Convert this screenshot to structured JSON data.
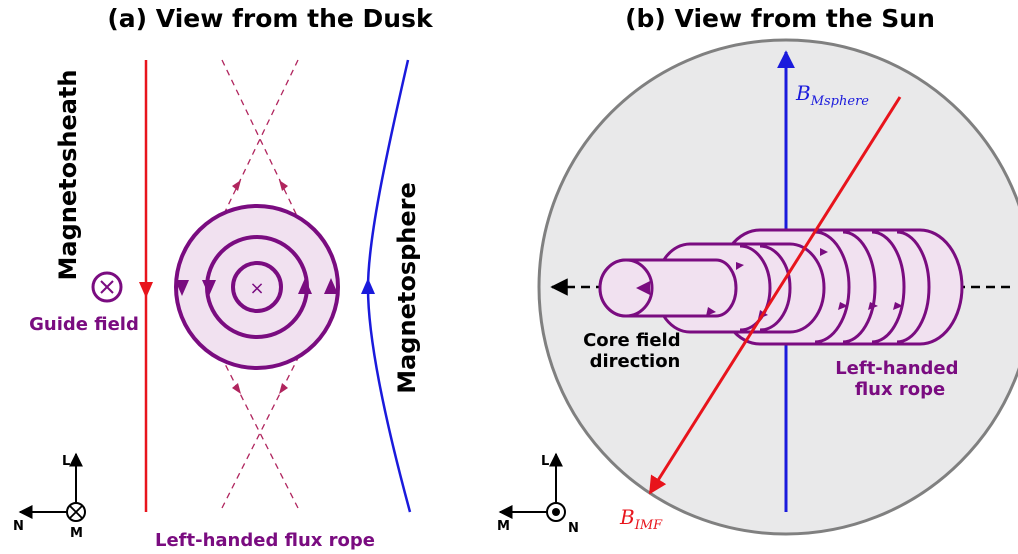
{
  "panel_a": {
    "title": "(a) View from the Dusk",
    "magnetosheath_label": "Magnetosheath",
    "magnetosphere_label": "Magnetosphere",
    "guide_field_label": "Guide field",
    "flux_rope_label": "Left-handed flux rope",
    "axes": {
      "up": "L",
      "left": "N",
      "out": "M"
    }
  },
  "panel_b": {
    "title": "(b) View from the Sun",
    "b_msphere": {
      "base": "B",
      "sub": "Msphere"
    },
    "b_imf": {
      "base": "B",
      "sub": "IMF"
    },
    "core_field_label_1": "Core field",
    "core_field_label_2": "direction",
    "flux_rope_label_1": "Left-handed",
    "flux_rope_label_2": "flux rope",
    "axes": {
      "up": "L",
      "left": "M",
      "right": "N"
    }
  },
  "colors": {
    "magnetosheath_field": "#e8141c",
    "magnetosphere_field": "#1a1adc",
    "flux_rope": "#7a0c80",
    "flux_rope_fill": "#f1e1f0",
    "separatrix": "#b0255e",
    "disk_fill": "#e9e9ea",
    "disk_edge": "#808080"
  }
}
